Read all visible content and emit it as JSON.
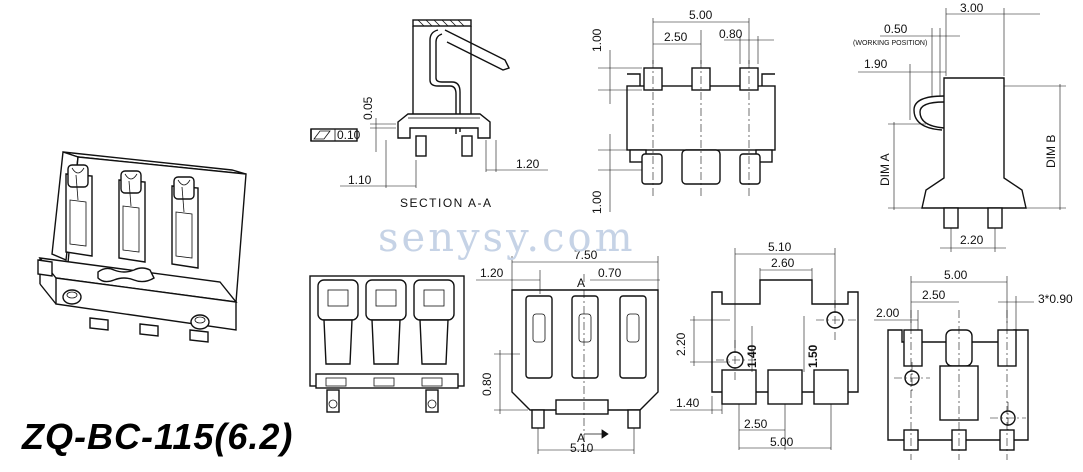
{
  "part_number": "ZQ-BC-115(6.2)",
  "watermark": "senysy.com",
  "section_view": {
    "caption": "SECTION A-A",
    "flatness_tolerance": "0.10",
    "dims": {
      "offset_left": "1.10",
      "offset_right": "1.20",
      "height": "0.05"
    }
  },
  "top_front_view": {
    "dims": {
      "overall": "5.00",
      "pitch": "2.50",
      "pin_width": "0.80",
      "top_height": "1.00",
      "bottom_height": "1.00"
    }
  },
  "side_view": {
    "dims": {
      "width": "3.00",
      "working_position": "0.50",
      "working_position_note": "(WORKING POSITION)",
      "contact_offset": "1.90",
      "foot_spacing": "2.20"
    },
    "labels": {
      "dim_a": "DIM A",
      "dim_b": "DIM B"
    }
  },
  "bottom_view": {
    "dims": {
      "overall": "7.50",
      "edge": "1.20",
      "gap": "0.70",
      "height": "0.80",
      "base": "5.10"
    },
    "section_marker": "A"
  },
  "pcb_layout": {
    "dims": {
      "overall": "5.10",
      "pad_width": "2.60",
      "height_left": "2.20",
      "height_a": "1.40",
      "height_b": "1.50",
      "edge": "1.40",
      "pitch": "2.50",
      "span": "5.00"
    }
  },
  "pin_layout": {
    "dims": {
      "overall": "5.00",
      "pitch": "2.50",
      "edge": "2.00",
      "holes": "3*0.90"
    }
  }
}
